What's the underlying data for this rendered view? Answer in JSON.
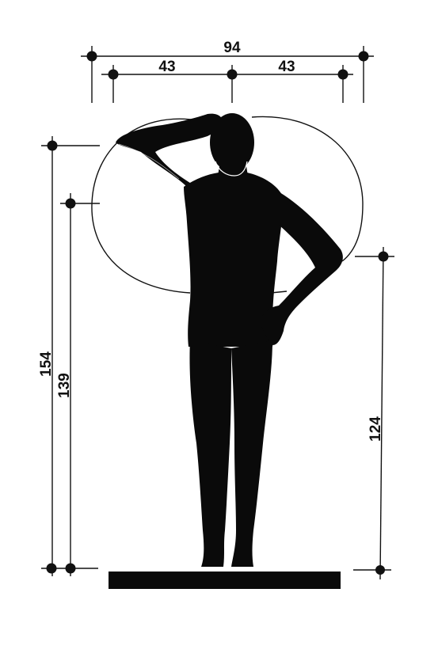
{
  "diagram": {
    "dimensions": {
      "total_reach_width": "94",
      "left_half_width": "43",
      "right_half_width": "43",
      "overall_height": "154",
      "shoulder_height": "139",
      "elbow_height": "124"
    },
    "colors": {
      "ink": "#111111",
      "figure": "#0a0a0a",
      "paper": "#ffffff"
    },
    "figure": "standing-male-silhouette-hand-on-head"
  }
}
